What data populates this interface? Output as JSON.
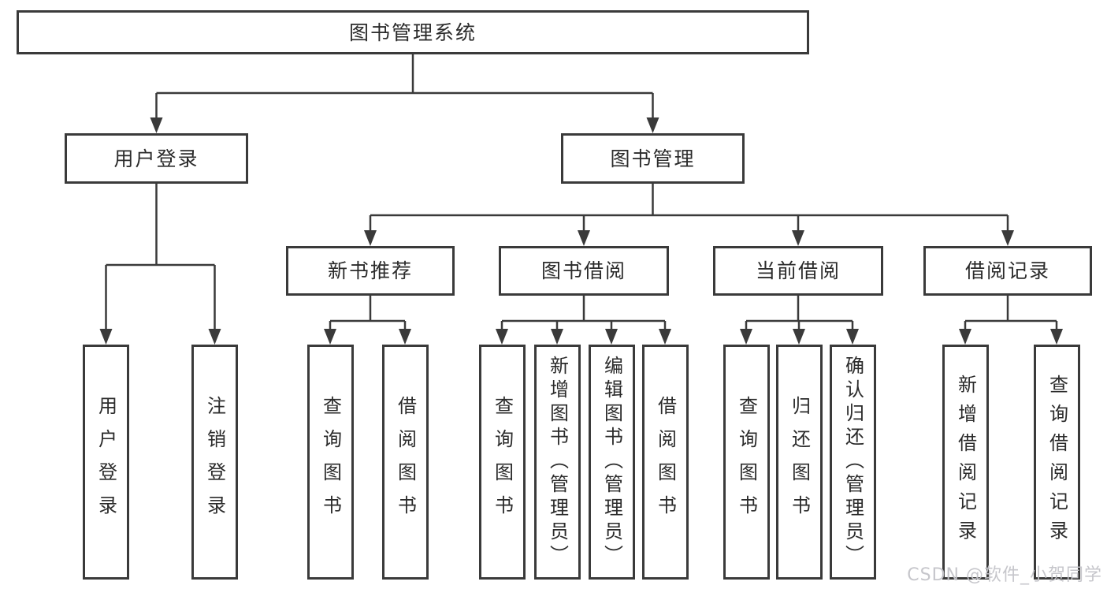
{
  "colors": {
    "line": "#3a3a3a",
    "ink": "#2b2b2b",
    "watermark": "#c4c4c9"
  },
  "watermark": "CSDN @软件_小贺同学",
  "tree": {
    "root": {
      "label": "图书管理系统"
    },
    "children": [
      {
        "label": "用户登录",
        "children": [
          {
            "label": "用户登录"
          },
          {
            "label": "注销登录"
          }
        ]
      },
      {
        "label": "图书管理",
        "children": [
          {
            "label": "新书推荐",
            "children": [
              {
                "label": "查询图书"
              },
              {
                "label": "借阅图书"
              }
            ]
          },
          {
            "label": "图书借阅",
            "children": [
              {
                "label": "查询图书"
              },
              {
                "label": "新增图书（管理员）"
              },
              {
                "label": "编辑图书（管理员）"
              },
              {
                "label": "借阅图书"
              }
            ]
          },
          {
            "label": "当前借阅",
            "children": [
              {
                "label": "查询图书"
              },
              {
                "label": "归还图书"
              },
              {
                "label": "确认归还（管理员）"
              }
            ]
          },
          {
            "label": "借阅记录",
            "children": [
              {
                "label": "新增借阅记录"
              },
              {
                "label": "查询借阅记录"
              }
            ]
          }
        ]
      }
    ]
  }
}
